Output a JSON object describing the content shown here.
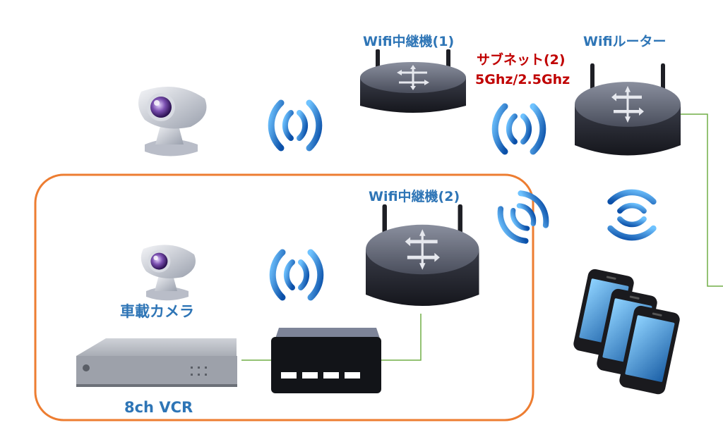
{
  "labels": {
    "repeater1": "Wifi中継機(1)",
    "router": "Wifiルーター",
    "subnet_line1": "サブネット(2)",
    "subnet_line2": "5Ghz/2.5Ghz",
    "repeater2": "Wifi中継機(2)",
    "car_camera": "車載カメラ",
    "vcr": "8ch VCR"
  },
  "colors": {
    "label_blue": "#2e75b6",
    "label_red": "#c00000",
    "group_border": "#ed7d31",
    "cable": "#70ad47",
    "wifi_wave": "#1f7ad6"
  },
  "icons": [
    "camera-icon",
    "router-icon",
    "wifi-wave-icon",
    "switch-icon",
    "vcr-icon",
    "smartphone-icon"
  ]
}
